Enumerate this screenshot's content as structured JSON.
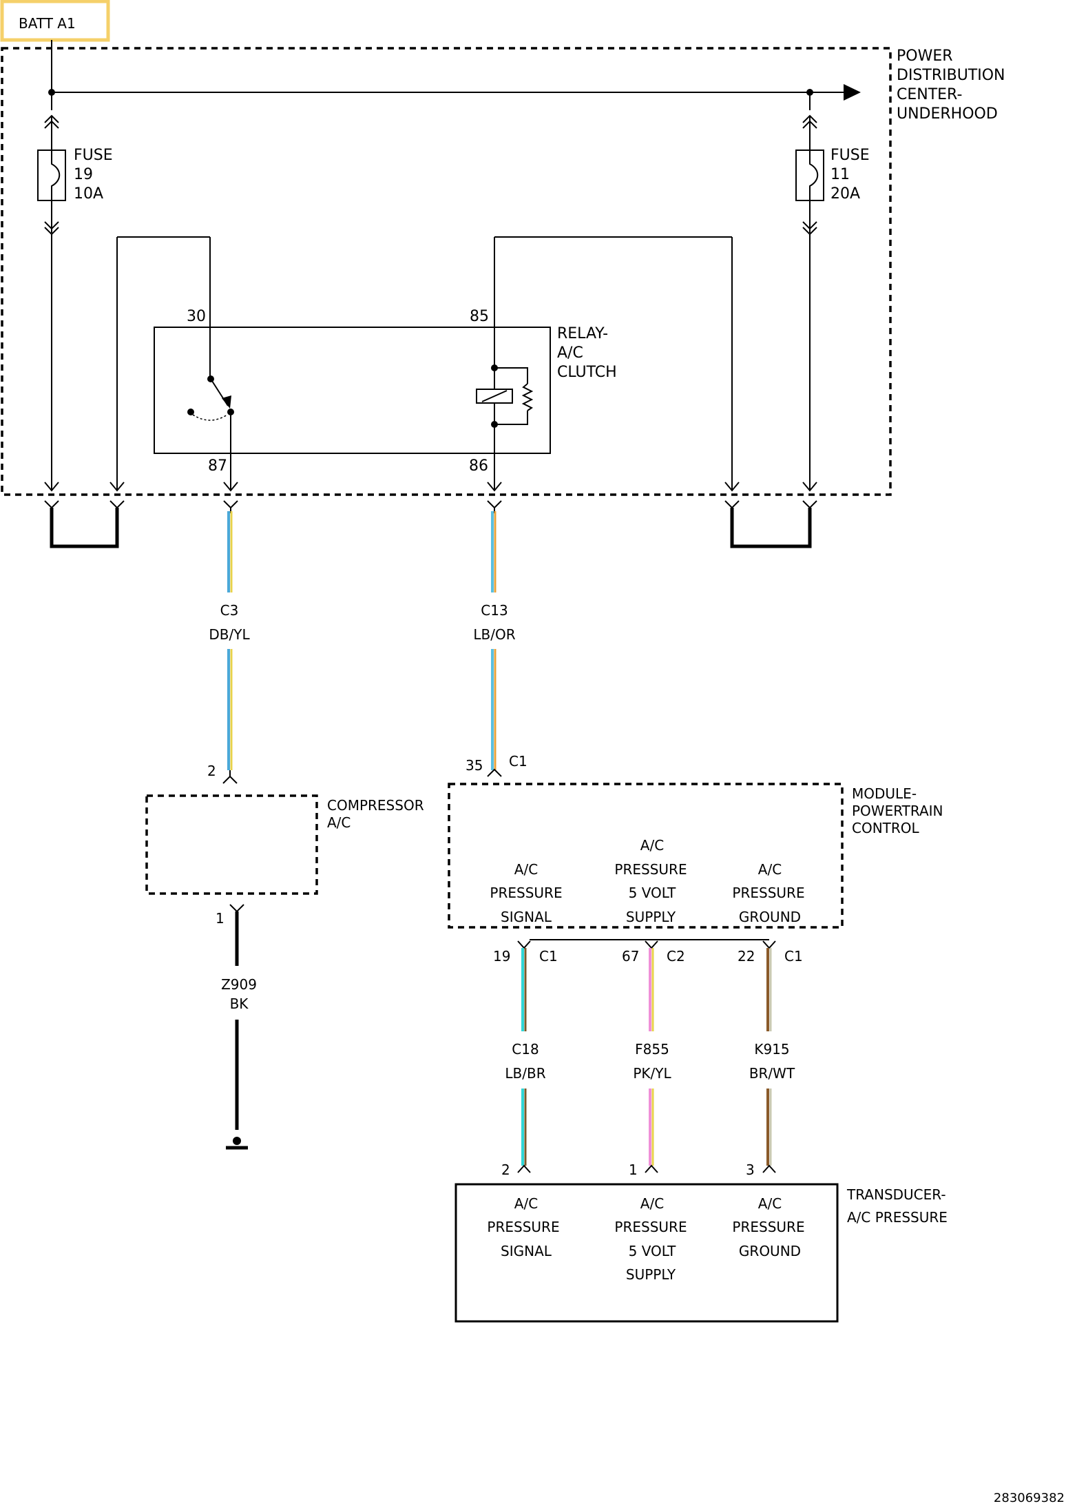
{
  "source_tag": "BATT A1",
  "pdc_label": [
    "POWER",
    "DISTRIBUTION",
    "CENTER-",
    "UNDERHOOD"
  ],
  "fuse_19": [
    "FUSE",
    "19",
    "10A"
  ],
  "fuse_11": [
    "FUSE",
    "11",
    "20A"
  ],
  "relay": {
    "label": [
      "RELAY-",
      "A/C",
      "CLUTCH"
    ],
    "pin_30": "30",
    "pin_85": "85",
    "pin_87": "87",
    "pin_86": "86"
  },
  "wire_c3": {
    "circuit": "C3",
    "color_code": "DB/YL",
    "colors": [
      "#4aa8d8",
      "#e8d24a"
    ]
  },
  "wire_c13": {
    "circuit": "C13",
    "color_code": "LB/OR",
    "colors": [
      "#5bbfe0",
      "#e8a23a"
    ]
  },
  "compressor": {
    "label": [
      "COMPRESSOR",
      "A/C"
    ],
    "pin_top": "2",
    "pin_bottom": "1"
  },
  "ground_wire": {
    "circuit": "Z909",
    "color_code": "BK"
  },
  "pcm": {
    "label": [
      "MODULE-",
      "POWERTRAIN",
      "CONTROL"
    ],
    "input_pin": "35",
    "input_connector": "C1",
    "functions": [
      [
        "A/C",
        "PRESSURE",
        "SIGNAL"
      ],
      [
        "A/C",
        "PRESSURE",
        "5 VOLT",
        "SUPPLY"
      ],
      [
        "A/C",
        "PRESSURE",
        "GROUND"
      ]
    ],
    "outputs": [
      {
        "pin": "19",
        "connector": "C1"
      },
      {
        "pin": "67",
        "connector": "C2"
      },
      {
        "pin": "22",
        "connector": "C1"
      }
    ]
  },
  "sensor_wires": [
    {
      "circuit": "C18",
      "color_code": "LB/BR",
      "colors": [
        "#2fd6d6",
        "#7a5a2a"
      ]
    },
    {
      "circuit": "F855",
      "color_code": "PK/YL",
      "colors": [
        "#f08fd8",
        "#e8d24a"
      ]
    },
    {
      "circuit": "K915",
      "color_code": "BR/WT",
      "colors": [
        "#8a5a2a",
        "#c8c8b0"
      ]
    }
  ],
  "transducer": {
    "label": [
      "TRANSDUCER-",
      "A/C PRESSURE"
    ],
    "pins": [
      "2",
      "1",
      "3"
    ],
    "functions": [
      [
        "A/C",
        "PRESSURE",
        "SIGNAL"
      ],
      [
        "A/C",
        "PRESSURE",
        "5 VOLT",
        "SUPPLY"
      ],
      [
        "A/C",
        "PRESSURE",
        "GROUND"
      ]
    ]
  },
  "image_id": "283069382",
  "accent_color": "#f5d06a"
}
